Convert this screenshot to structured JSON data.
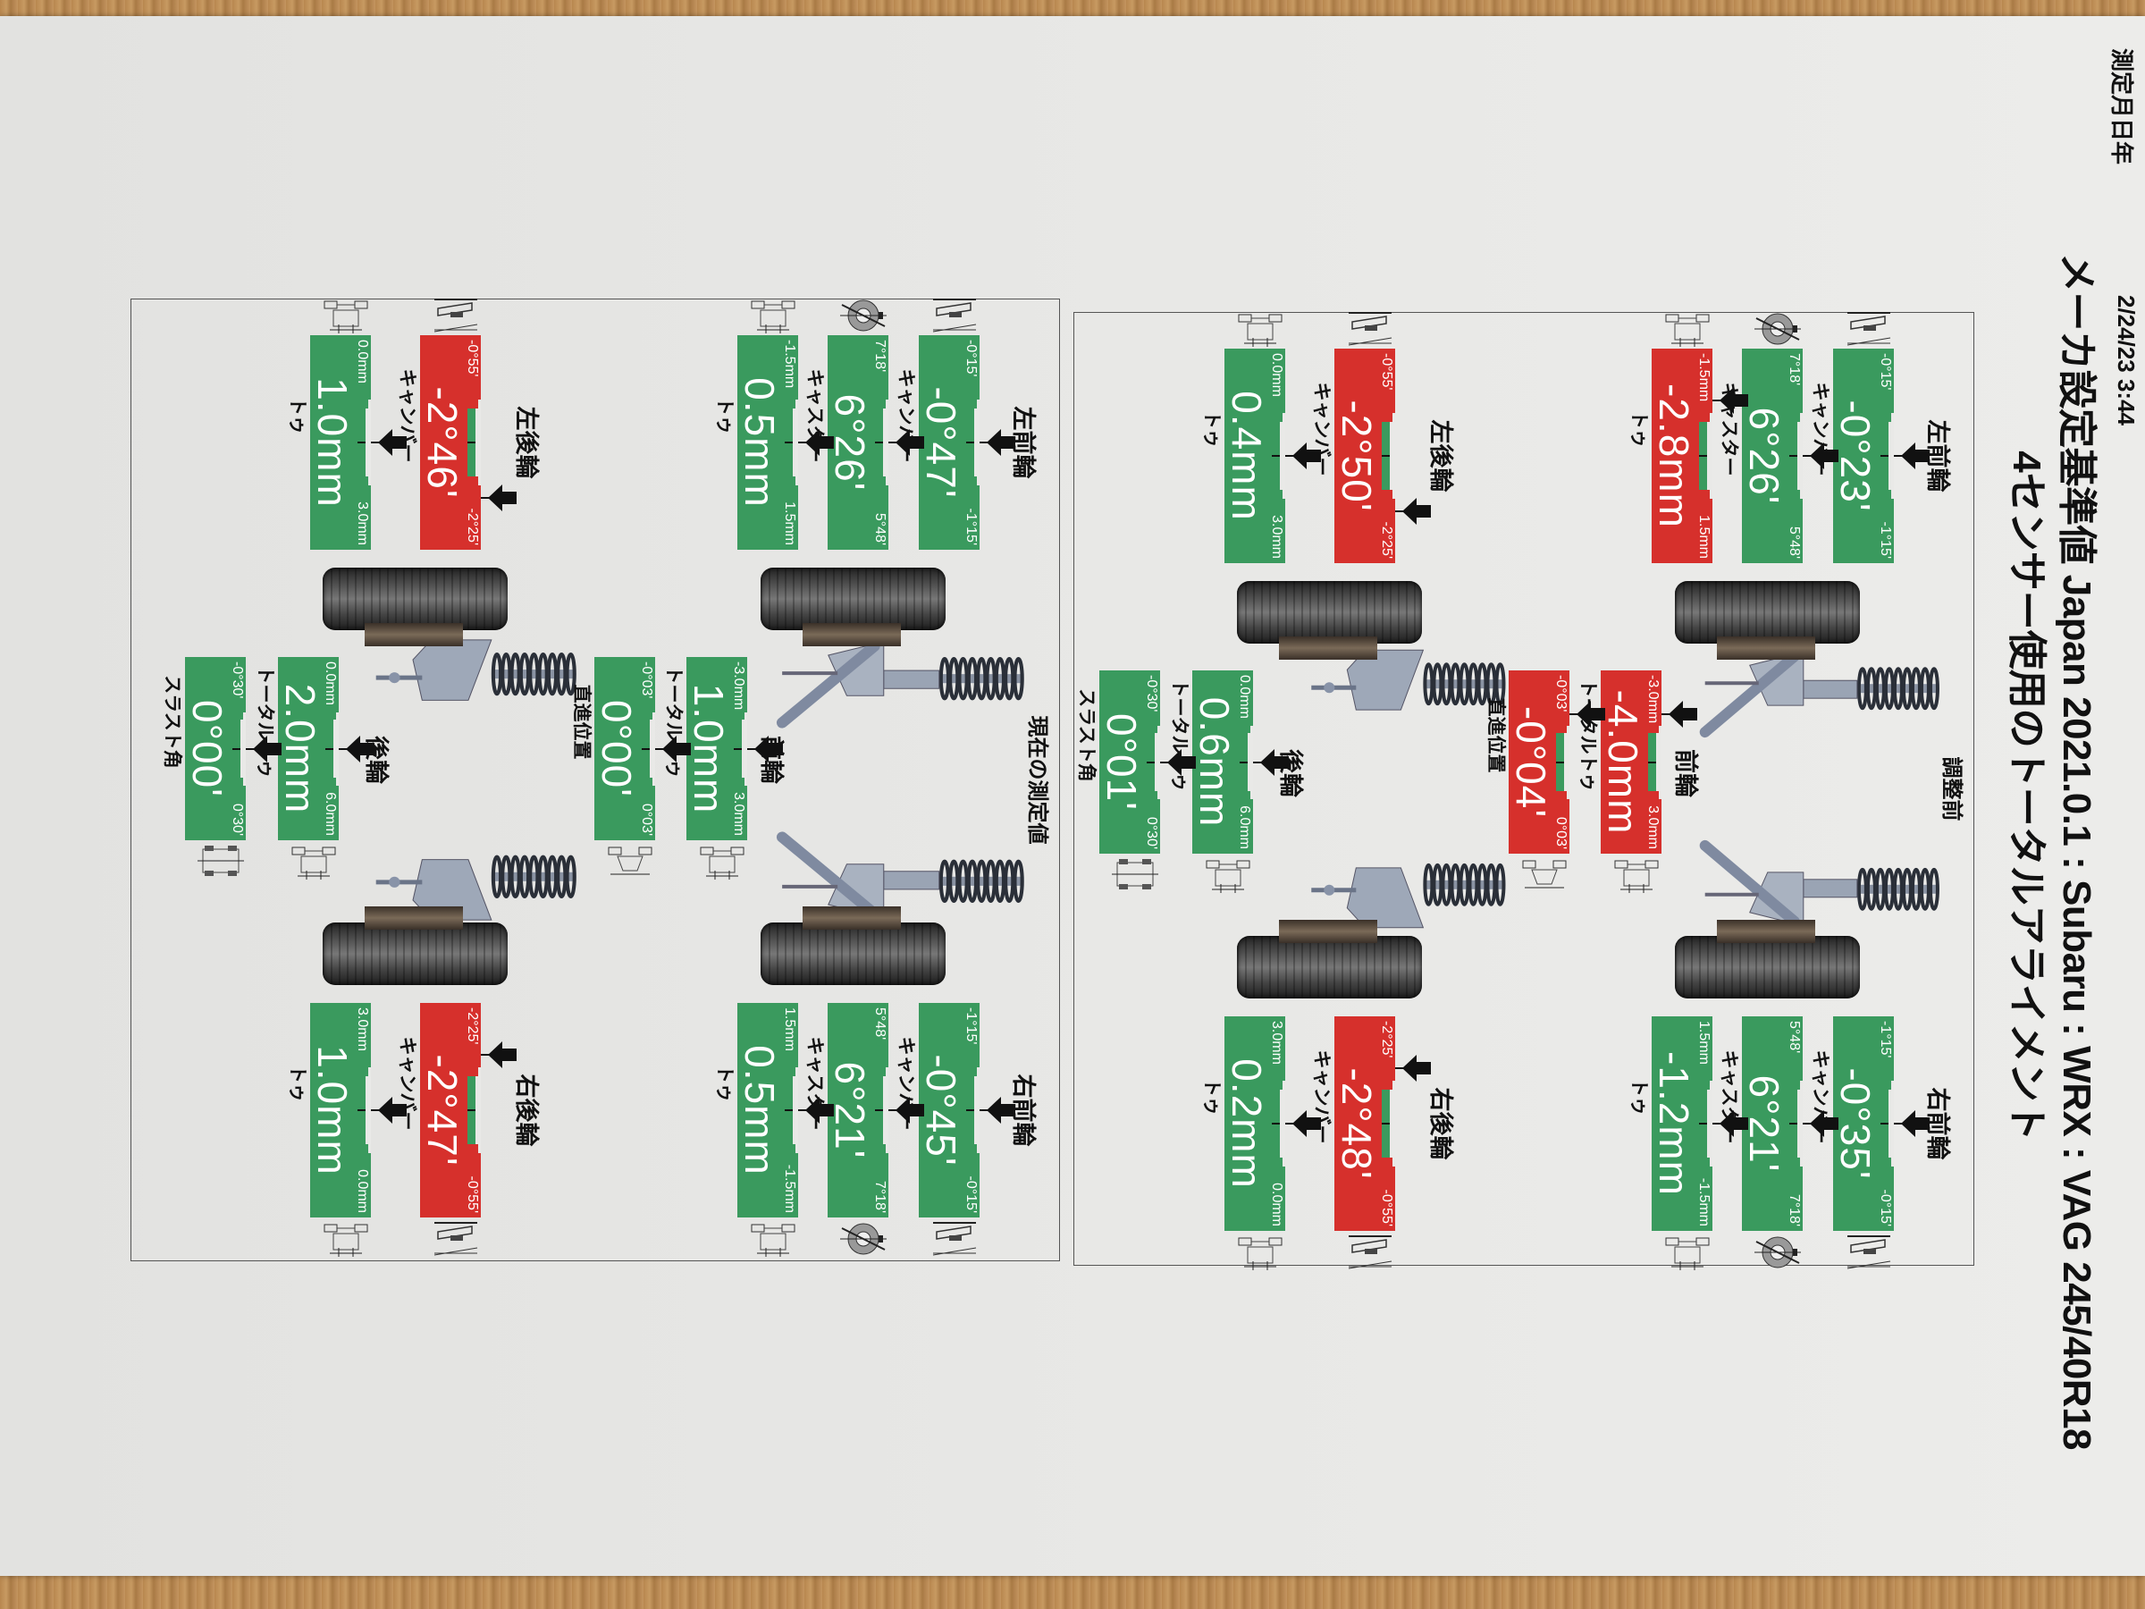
{
  "header": {
    "date_label": "測定月日年",
    "date_value": "2/24/23 3:44",
    "spec_line": "メーカ設定基準値 Japan 2021.0.1 : Subaru : WRX : VAG 245/40R18",
    "title": "4センサー使用のトータルアライメント"
  },
  "colors": {
    "in_spec": "#3a9a5e",
    "out_of_spec": "#d6302c"
  },
  "panels": [
    {
      "heading": "調整前",
      "front_left": {
        "label": "左前輪",
        "camber": {
          "name": "キャンバー",
          "value": "-0°23'",
          "range_start": "-0°15'",
          "range_end": "-1°15'"
        },
        "caster": {
          "name": "キャスター",
          "value": "6°26'",
          "range_start": "7°18'",
          "range_end": "5°48'"
        },
        "toe": {
          "name": "トゥ",
          "value": "-2.8mm",
          "range_start": "-1.5mm",
          "range_end": "1.5mm"
        }
      },
      "front_right": {
        "label": "右前輪",
        "camber": {
          "name": "キャンバー",
          "value": "-0°35'",
          "range_start": "-1°15'",
          "range_end": "-0°15'"
        },
        "caster": {
          "name": "キャスター",
          "value": "6°21'",
          "range_start": "5°48'",
          "range_end": "7°18'"
        },
        "toe": {
          "name": "トゥ",
          "value": "-1.2mm",
          "range_start": "1.5mm",
          "range_end": "-1.5mm"
        }
      },
      "front_axle": {
        "label": "前輪",
        "total_toe": {
          "name": "トータルトゥ",
          "value": "-4.0mm",
          "range_start": "-3.0mm",
          "range_end": "3.0mm"
        },
        "steering_center": {
          "name": "直進位置",
          "value": "-0°04'",
          "range_start": "-0°03'",
          "range_end": "0°03'"
        }
      },
      "rear_left": {
        "label": "左後輪",
        "camber": {
          "name": "キャンバー",
          "value": "-2°50'",
          "range_start": "-0°55'",
          "range_end": "-2°25'"
        },
        "toe": {
          "name": "トゥ",
          "value": "0.4mm",
          "range_start": "0.0mm",
          "range_end": "3.0mm"
        }
      },
      "rear_right": {
        "label": "右後輪",
        "camber": {
          "name": "キャンバー",
          "value": "-2°48'",
          "range_start": "-2°25'",
          "range_end": "-0°55'"
        },
        "toe": {
          "name": "トゥ",
          "value": "0.2mm",
          "range_start": "3.0mm",
          "range_end": "0.0mm"
        }
      },
      "rear_axle": {
        "label": "後輪",
        "total_toe": {
          "name": "トータルトゥ",
          "value": "0.6mm",
          "range_start": "0.0mm",
          "range_end": "6.0mm"
        },
        "thrust": {
          "name": "スラスト角",
          "value": "0°01'",
          "range_start": "-0°30'",
          "range_end": "0°30'"
        }
      }
    },
    {
      "heading": "現在の測定値",
      "front_left": {
        "label": "左前輪",
        "camber": {
          "name": "キャンバー",
          "value": "-0°47'",
          "range_start": "-0°15'",
          "range_end": "-1°15'"
        },
        "caster": {
          "name": "キャスター",
          "value": "6°26'",
          "range_start": "7°18'",
          "range_end": "5°48'"
        },
        "toe": {
          "name": "トゥ",
          "value": "0.5mm",
          "range_start": "-1.5mm",
          "range_end": "1.5mm"
        }
      },
      "front_right": {
        "label": "右前輪",
        "camber": {
          "name": "キャンバー",
          "value": "-0°45'",
          "range_start": "-1°15'",
          "range_end": "-0°15'"
        },
        "caster": {
          "name": "キャスター",
          "value": "6°21'",
          "range_start": "5°48'",
          "range_end": "7°18'"
        },
        "toe": {
          "name": "トゥ",
          "value": "0.5mm",
          "range_start": "1.5mm",
          "range_end": "-1.5mm"
        }
      },
      "front_axle": {
        "label": "前輪",
        "total_toe": {
          "name": "トータルトゥ",
          "value": "1.0mm",
          "range_start": "-3.0mm",
          "range_end": "3.0mm"
        },
        "steering_center": {
          "name": "直進位置",
          "value": "0°00'",
          "range_start": "-0°03'",
          "range_end": "0°03'"
        }
      },
      "rear_left": {
        "label": "左後輪",
        "camber": {
          "name": "キャンバー",
          "value": "-2°46'",
          "range_start": "-0°55'",
          "range_end": "-2°25'"
        },
        "toe": {
          "name": "トゥ",
          "value": "1.0mm",
          "range_start": "0.0mm",
          "range_end": "3.0mm"
        }
      },
      "rear_right": {
        "label": "右後輪",
        "camber": {
          "name": "キャンバー",
          "value": "-2°47'",
          "range_start": "-2°25'",
          "range_end": "-0°55'"
        },
        "toe": {
          "name": "トゥ",
          "value": "1.0mm",
          "range_start": "3.0mm",
          "range_end": "0.0mm"
        }
      },
      "rear_axle": {
        "label": "後輪",
        "total_toe": {
          "name": "トータルトゥ",
          "value": "2.0mm",
          "range_start": "0.0mm",
          "range_end": "6.0mm"
        },
        "thrust": {
          "name": "スラスト角",
          "value": "0°00'",
          "range_start": "-0°30'",
          "range_end": "0°30'"
        }
      }
    }
  ]
}
